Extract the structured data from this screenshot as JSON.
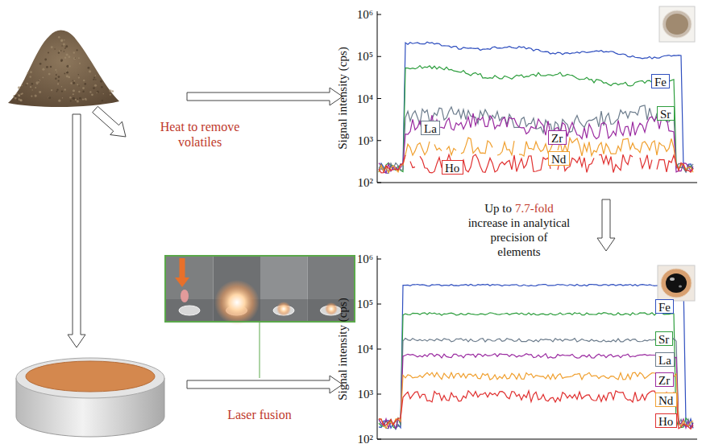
{
  "diagram": {
    "nodes": [
      {
        "text": [
          "Fe"
        ]
      },
      {
        "text": [
          "Sr"
        ]
      },
      {
        "text": [
          "La"
        ]
      },
      {
        "text": [
          "Zr"
        ]
      },
      {
        "text": [
          "Nd"
        ]
      },
      {
        "text": [
          "Ho"
        ]
      },
      {
        "text": [
          "Fe"
        ]
      },
      {
        "text": [
          "Sr"
        ]
      },
      {
        "text": [
          "La"
        ]
      },
      {
        "text": [
          "Zr"
        ]
      },
      {
        "text": [
          "Nd"
        ]
      },
      {
        "text": [
          "Ho"
        ]
      }
    ],
    "labels": [
      "Signal intensity (cps)",
      "10⁶",
      "10⁵",
      "10⁴",
      "10³",
      "10²",
      "Heat to remove volatiles",
      "Up to",
      "7.7-fold",
      "increase in analytical precision of elements",
      "Laser fusion",
      "Signal intensity (cps)",
      "10⁶",
      "10⁵",
      "10⁴",
      "10³",
      "10²"
    ]
  }
}
